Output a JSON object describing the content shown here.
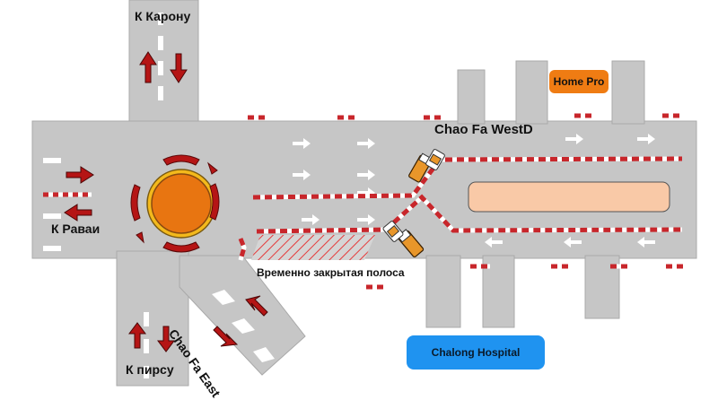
{
  "labels": {
    "to_karon": "К Карону",
    "to_rawai": "К Раваи",
    "to_pier": "К пирсу",
    "chao_fa_east": "Chao Fa East",
    "chao_fa_west": "Chao Fa WestD",
    "closed_lane": "Временно закрытая полоса"
  },
  "places": {
    "home_pro": "Home Pro",
    "chalong_hospital": "Chalong Hospital"
  },
  "colors": {
    "road": "#c6c6c6",
    "road_edge": "#a9a9a9",
    "roundabout": "#e87511",
    "roundabout_ring": "#f3b91c",
    "arrow": "#b51515",
    "home_pro": "#ef7c13",
    "hospital": "#1f93f0",
    "median": "#f9c9a7",
    "barrier_red": "#c8262b"
  }
}
